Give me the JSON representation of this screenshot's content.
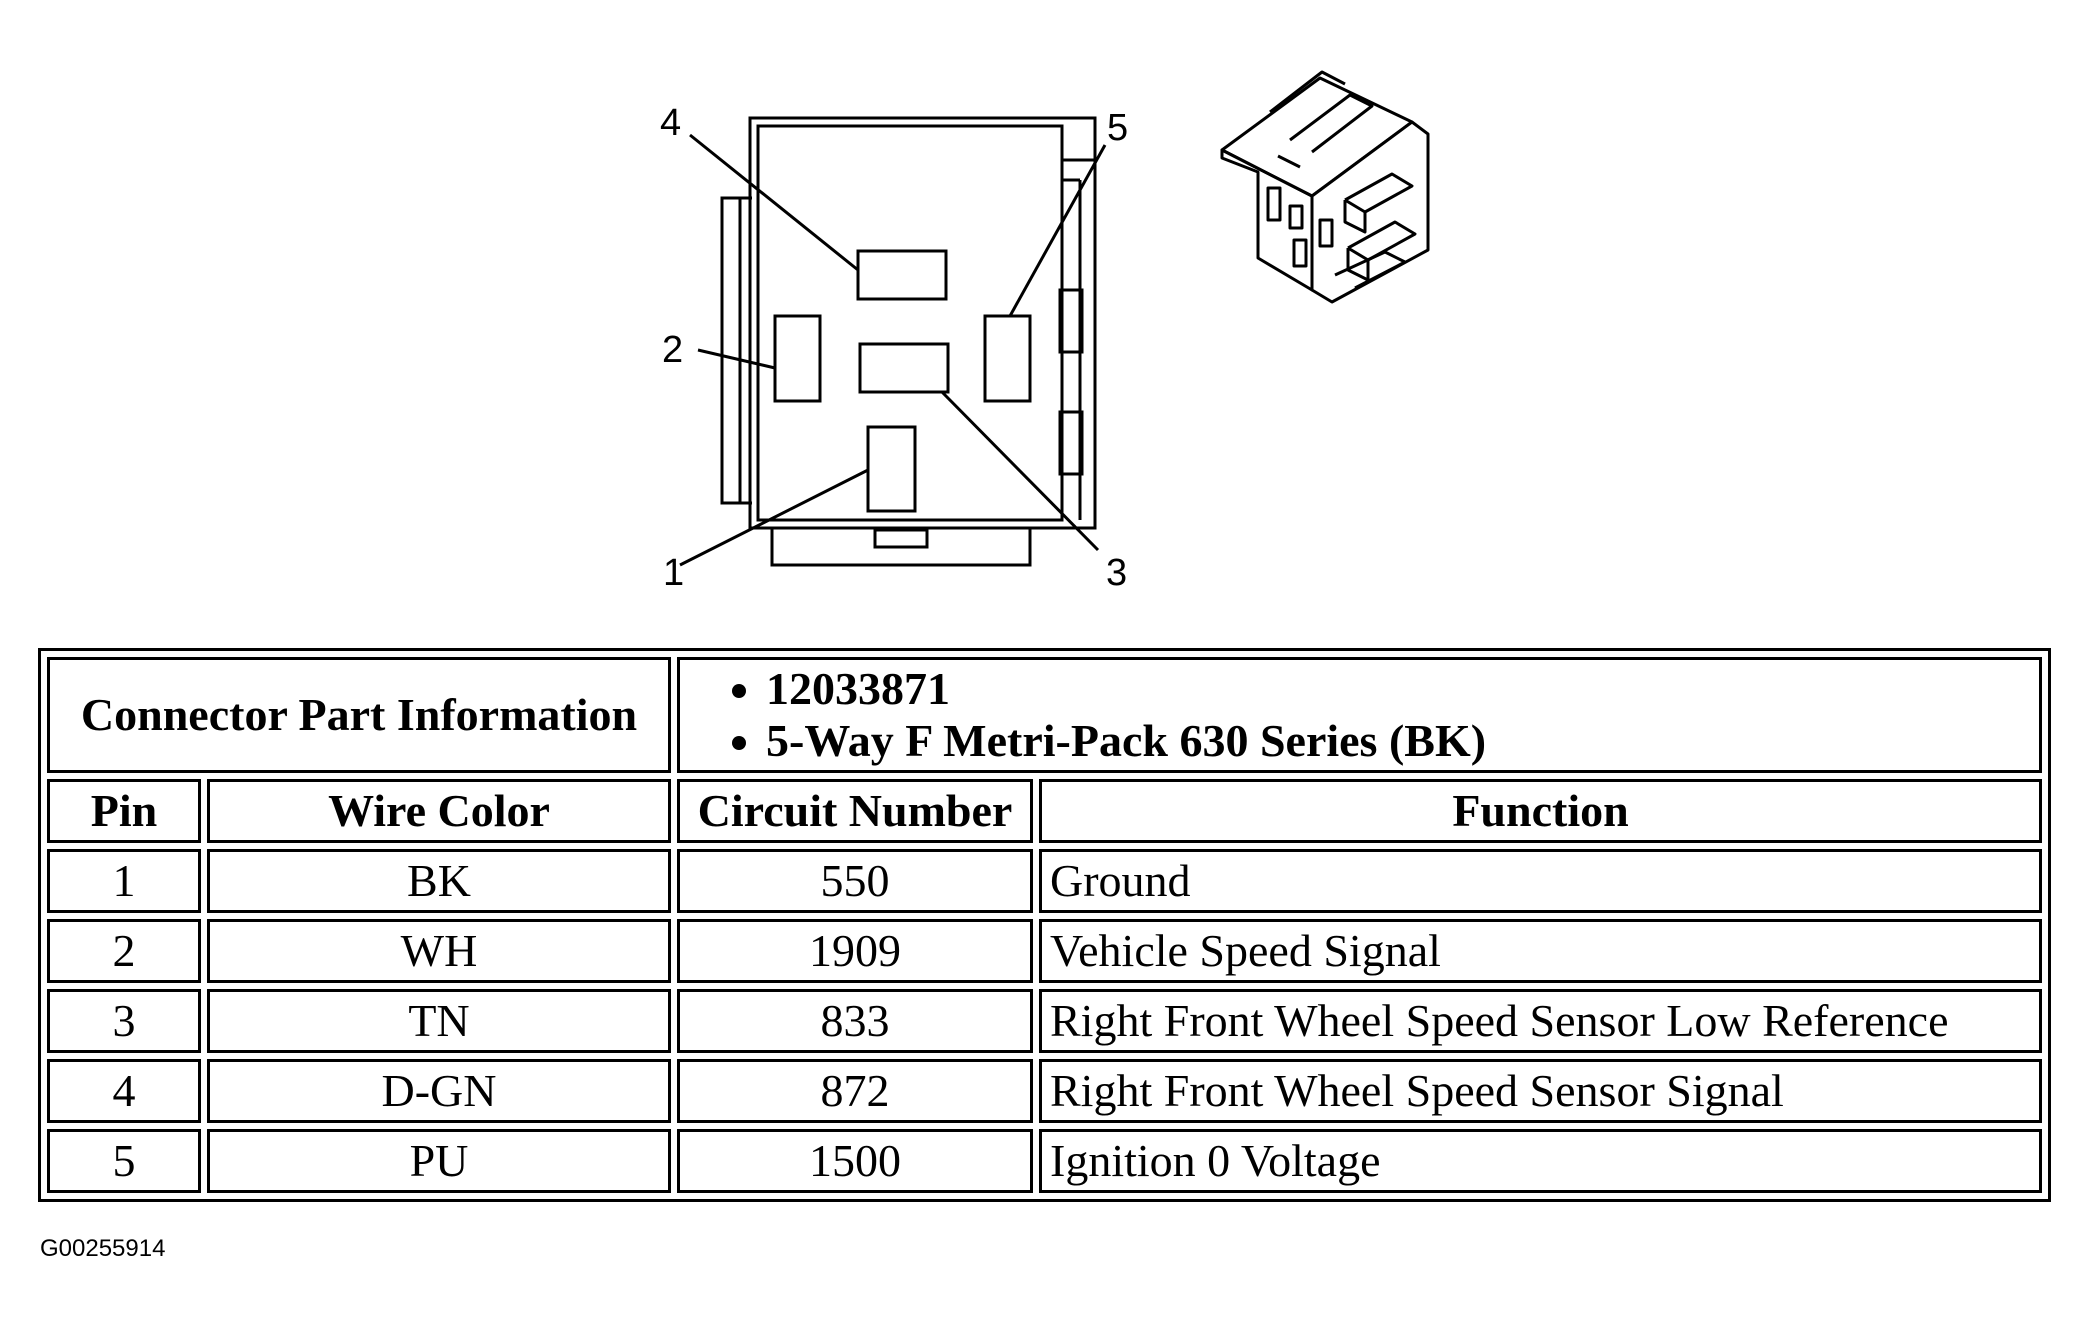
{
  "diagram": {
    "pin_labels": [
      "1",
      "2",
      "3",
      "4",
      "5"
    ]
  },
  "table": {
    "header_label": "Connector Part Information",
    "part_info": [
      "12033871",
      "5-Way F Metri-Pack 630 Series (BK)"
    ],
    "columns": [
      "Pin",
      "Wire Color",
      "Circuit Number",
      "Function"
    ],
    "rows": [
      {
        "pin": "1",
        "wire_color": "BK",
        "circuit": "550",
        "function": "Ground"
      },
      {
        "pin": "2",
        "wire_color": "WH",
        "circuit": "1909",
        "function": "Vehicle Speed Signal"
      },
      {
        "pin": "3",
        "wire_color": "TN",
        "circuit": "833",
        "function": "Right Front Wheel Speed Sensor Low Reference"
      },
      {
        "pin": "4",
        "wire_color": "D-GN",
        "circuit": "872",
        "function": "Right Front Wheel Speed Sensor Signal"
      },
      {
        "pin": "5",
        "wire_color": "PU",
        "circuit": "1500",
        "function": "Ignition 0 Voltage"
      }
    ]
  },
  "figure_id": "G00255914"
}
